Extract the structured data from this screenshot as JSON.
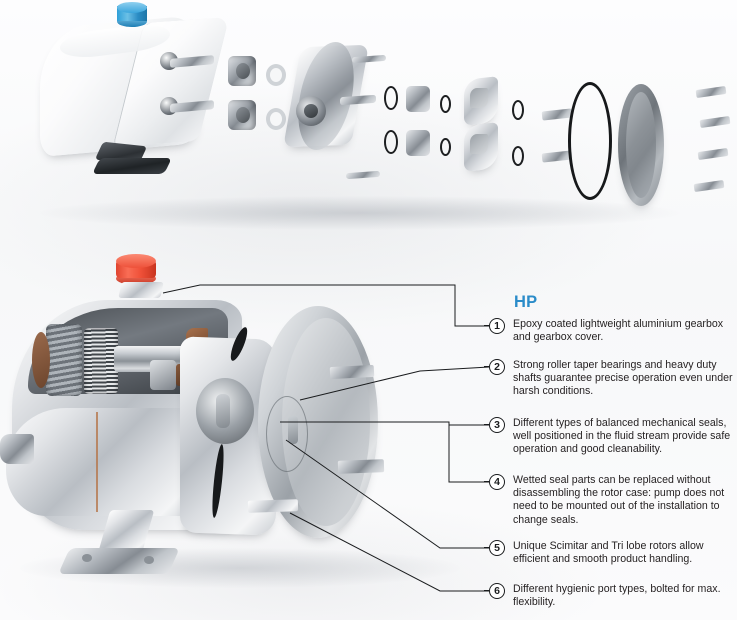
{
  "figure": {
    "title": "HP",
    "title_color": "#2b8cc9",
    "views": [
      {
        "name": "exploded-view",
        "description": "Exploded assembly view of HP rotary lobe pump: gearbox housing with blue breather cap, drive and driven shafts, bearings, seal rings, rotor case, scimitar lobe rotors, O-rings, bolts and front cover."
      },
      {
        "name": "cutaway-view",
        "description": "Sectioned cutaway view of HP rotary lobe pump showing helical gears, taper roller bearings, shafts, mechanical seals, rotor case and bolted front cover, with red breather cap."
      }
    ]
  },
  "callouts": [
    {
      "number": "1",
      "text": "Epoxy coated lightweight aluminium gearbox and gearbox cover."
    },
    {
      "number": "2",
      "text": "Strong roller taper bearings and heavy duty shafts guarantee precise operation even under harsh conditions."
    },
    {
      "number": "3",
      "text": "Different types of balanced mechanical seals, well positioned in the fluid stream provide safe operation and good cleanability."
    },
    {
      "number": "4",
      "text": "Wetted seal parts can be replaced without disassembling the rotor case: pump does not need to be mounted out of the installation to change seals."
    },
    {
      "number": "5",
      "text": "Unique Scimitar and Tri lobe rotors allow efficient and smooth product handling."
    },
    {
      "number": "6",
      "text": "Different hygienic port types, bolted for max. flexibility."
    }
  ],
  "parts": {
    "breather_cap_exploded": "blue-breather-cap",
    "breather_cap_cutaway": "red-breather-cap",
    "blue_hex": "#2e9fd8",
    "red_hex": "#f0503c"
  }
}
